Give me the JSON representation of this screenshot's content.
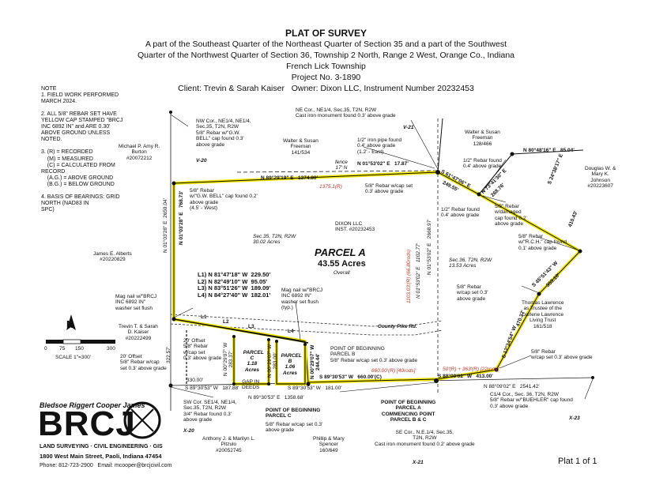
{
  "title": {
    "main": "PLAT OF SURVEY",
    "line1": "A part of the Southeast Quarter of the Northeast Quarter of Section 35 and a part of the Southwest",
    "line2": "Quarter of the Northwest Quarter of Section 36, Township 2 North, Range 2 West, Orange Co., Indiana",
    "line3": "French Lick Township",
    "line4": "Project No. 3-1890",
    "line5": "Client: Trevin & Sarah Kaiser   Owner: Dixon LLC, Instrument Number 20232453"
  },
  "notes": [
    "NOTE",
    "1. FIELD WORK PERFORMED",
    "MARCH 2024.",
    "",
    "2. ALL 5/8\" REBAR SET HAVE",
    "YELLOW CAP STAMPED \"BRCJ",
    "INC 6892 IN\" and ARE 0.30'",
    "ABOVE GROUND UNLESS",
    "NOTED.",
    "",
    "3. (R) = RECORDED",
    "    (M) = MEASURED",
    "    (C) = CALCULATED FROM",
    "RECORD",
    "    (A.G.) = ABOVE GROUND",
    "    (B.G.) = BELOW GROUND",
    "",
    "4. BASIS OF BEARINGS: GRID",
    "NORTH (NAD83 IN",
    "SPC)"
  ],
  "scale": {
    "ticks": [
      "0",
      "75",
      "150",
      "300"
    ],
    "label": "SCALE 1\"=300'",
    "north": "N"
  },
  "parcel_a": {
    "name": "PARCEL A",
    "acres": "43.55 Acres",
    "overall": "Overall"
  },
  "parcel_b": {
    "name": "PARCEL",
    "letter": "B",
    "acres": "1.06",
    "acres_label": "Acres"
  },
  "parcel_c": {
    "name": "PARCEL",
    "letter": "C",
    "acres": "1.18",
    "acres_label": "Acres",
    "gap": "GAP IN\nDEEDS"
  },
  "line_table": [
    "L1) N 81°47'18\" W  229.50'",
    "L2) N 82°49'10\" W  95.05'",
    "L3) N 83°51'26\" W  189.09'",
    "L4) N 84°27'40\" W  182.01'"
  ],
  "line_marks": [
    "L1",
    "L2",
    "L3",
    "L4"
  ],
  "bearings": {
    "top": "N 89°29'19\" E   1374.80'",
    "top_rec": "1375.1(R)",
    "top_right": "N 01°53'02\" E   17.87'",
    "fence": "fence\n17' N",
    "diag1": "S 61°47'06\" E",
    "diag1_dist": "249.55'",
    "diag2": "N 73°41'30\" E",
    "diag2_dist": "268.76'",
    "ne_line": "N 80°48'16\" E   85.04'",
    "east1": "S 24°38'17\" E",
    "east1_dist": "410.43'",
    "east2": "S 45°51'43\" W",
    "east2_dist": "353.10'",
    "east3": "S 12°34'54\" W",
    "east3_dist": "470.37'",
    "south_main": "S 89°30'53\" W   660.00'(C)",
    "south_main_rec": "660.00'(R) [40rods]",
    "south_e": "S 88°09'02\" W   413.00'",
    "south_e_rec": "50'(R) + 363'(R) [22rods]",
    "south_e2": "N 88°09'02\" E   2541.42'",
    "west": "N 01°03'28\" E   768.73'",
    "west_small": "N 01°03'28\" E  2659.04'",
    "sw1": "S 89°30'53\" W   187.88'",
    "sw2": "N 89°30'53\" E   1358.68'",
    "sw3": "S 89°30'53\" W   181.00'",
    "c_w": "N 00°29'07\" W\n283.37'",
    "c_e": "N 00°29'07\" W\n283.00'",
    "b_e": "N 00°29'07\" W\n244.44'",
    "mid_vert": "N 01°53'02\" E   1102.77'",
    "mid_vert_rec": "1103.03'(R) (66.80rods)",
    "mid_vert2": "N 01°53'02\" E   2668.97'",
    "dist_330": "330.00'",
    "west_322": "322.57'"
  },
  "labels": {
    "nw_cor": "NW Cor., NE1/4, NE1/4,\nSec.35, T2N, R2W\n5/8\" Rebar w/\"G.W.\nBELL\" cap found 0.3'\nabove grade",
    "ne_cor": "NE Cor., NE1/4, Sec.35, T2N, R2W\nCast iron monument found 0.3' above grade",
    "v21_top": "V-21",
    "v20": "V-20",
    "amy_burton": "Michael P. Amy R.\nBurton\n#20072212",
    "walter1": "Walter & Susan\nFreeman\n141/534",
    "walter2": "Walter & Susan\nFreeman\n128/466",
    "iron_pipe": "1/2\" iron pipe found\n0.4' above grade\n(1.2' - East)",
    "rebar_set_top": "5/8\" Rebar w/cap set\n0.3' above grade",
    "rebar_half": "1/2\" Rebar found\n0.4' above grade",
    "rebar_half2": "1/2\" Rebar found\n0.4' above grade",
    "johnson": "Douglas W. &\nMary K.\nJohnson\n#20223607",
    "rebar_damaged": "5/8\" Rebar\nw/damaged\ncap found 0.2'\nabove grade",
    "rebar_rch": "5/8\" Rebar\nw/\"R.C.H.\" cap found\n0.1' above grade",
    "rebar_bell_w": "5/8\" Rebar\nw/\"G.W. BELL\" cap found 0.2'\nabove grade\n(4.5' - West)",
    "dixon": "DIXON LLC\nINST. #20232453",
    "sec35": "Sec.35, T2N, R2W\n30.02 Acres",
    "sec36": "Sec.36, T2N, R2W\n13.53 Acres",
    "alberts": "James E. Alberts\n#20220829",
    "mag_nail_1": "Mag nail w/\"BRCJ\nINC 6892 IN\"\nwasher set flush",
    "mag_nail_2": "Mag nail w/\"BRCJ\nINC 6892 IN\"\nwasher set flush\n(typ.)",
    "kaiser": "Trevin T. & Sarah\nD. Kaiser\n#20222499",
    "offset1": "20' Offset\n5/8\" Rebar\nw/cap set\n0.3' above grade",
    "offset2": "20' Offset\n5/8\" Rebar w/cap\nset 0.3' above grade",
    "county_road": "County Pike Rd.",
    "pob_b": "POINT OF BEGINNING\nPARCEL B\n5/8\" Rebar w/cap set 0.3' above grade",
    "rebar_set_e": "5/8\" Rebar\nw/cap set 0.3'\nabove grade",
    "lawrence": "Thomas Lawrence\nas Trustee of the\nDarlene Lawrence\nLiving Trust\n161/518",
    "rebar_set_se": "5/8\" Rebar\nw/cap set 0.3' above grade",
    "c14": "C1/4 Cor., Sec. 36, T2N, R2W\n5/8\" Rebar w/\"BUEHLER\" cap found\n0.3' above grade",
    "x23": "X-23",
    "sw_cor": "SW Cor. SE1/4, NE1/4,\nSec.35, T2N, R2W\n3/4\" Rebar found 0.3'\nabove grade",
    "x20": "X-20",
    "pob_c": "POINT OF BEGINNING\nPARCEL C",
    "pob_c_sub": "5/8\" Rebar w/cap set 0.3'\nabove grade",
    "pitzulo": "Anthony J. & Marilyn L.\nPitzulo\n#20052745",
    "spencer": "Phillip & Mary\nSpencer\n160/649",
    "pob_a": "POINT OF BEGINNING\nPARCEL A\nCOMMENCING POINT\nPARCEL B & C",
    "se_cor": "SE Cor., N.E.1/4, Sec.35,\nT2N, R2W\nCast iron monument found 0.2' above grade",
    "x21": "X-21"
  },
  "company": {
    "name_top": "Bledsoe Riggert Cooper James",
    "logo": "BRCJ",
    "tagline": "LAND SURVEYING · CIVIL ENGINEERING · GIS",
    "address": "1800 West Main Street, Paoli, Indiana 47454",
    "contact": "Phone: 812-723-2900   Email: mcooper@brcjcivil.com"
  },
  "footer": {
    "page": "Plat 1 of 1"
  },
  "colors": {
    "boundary": "#f2e600",
    "line": "#111111",
    "record": "#c0392b"
  }
}
